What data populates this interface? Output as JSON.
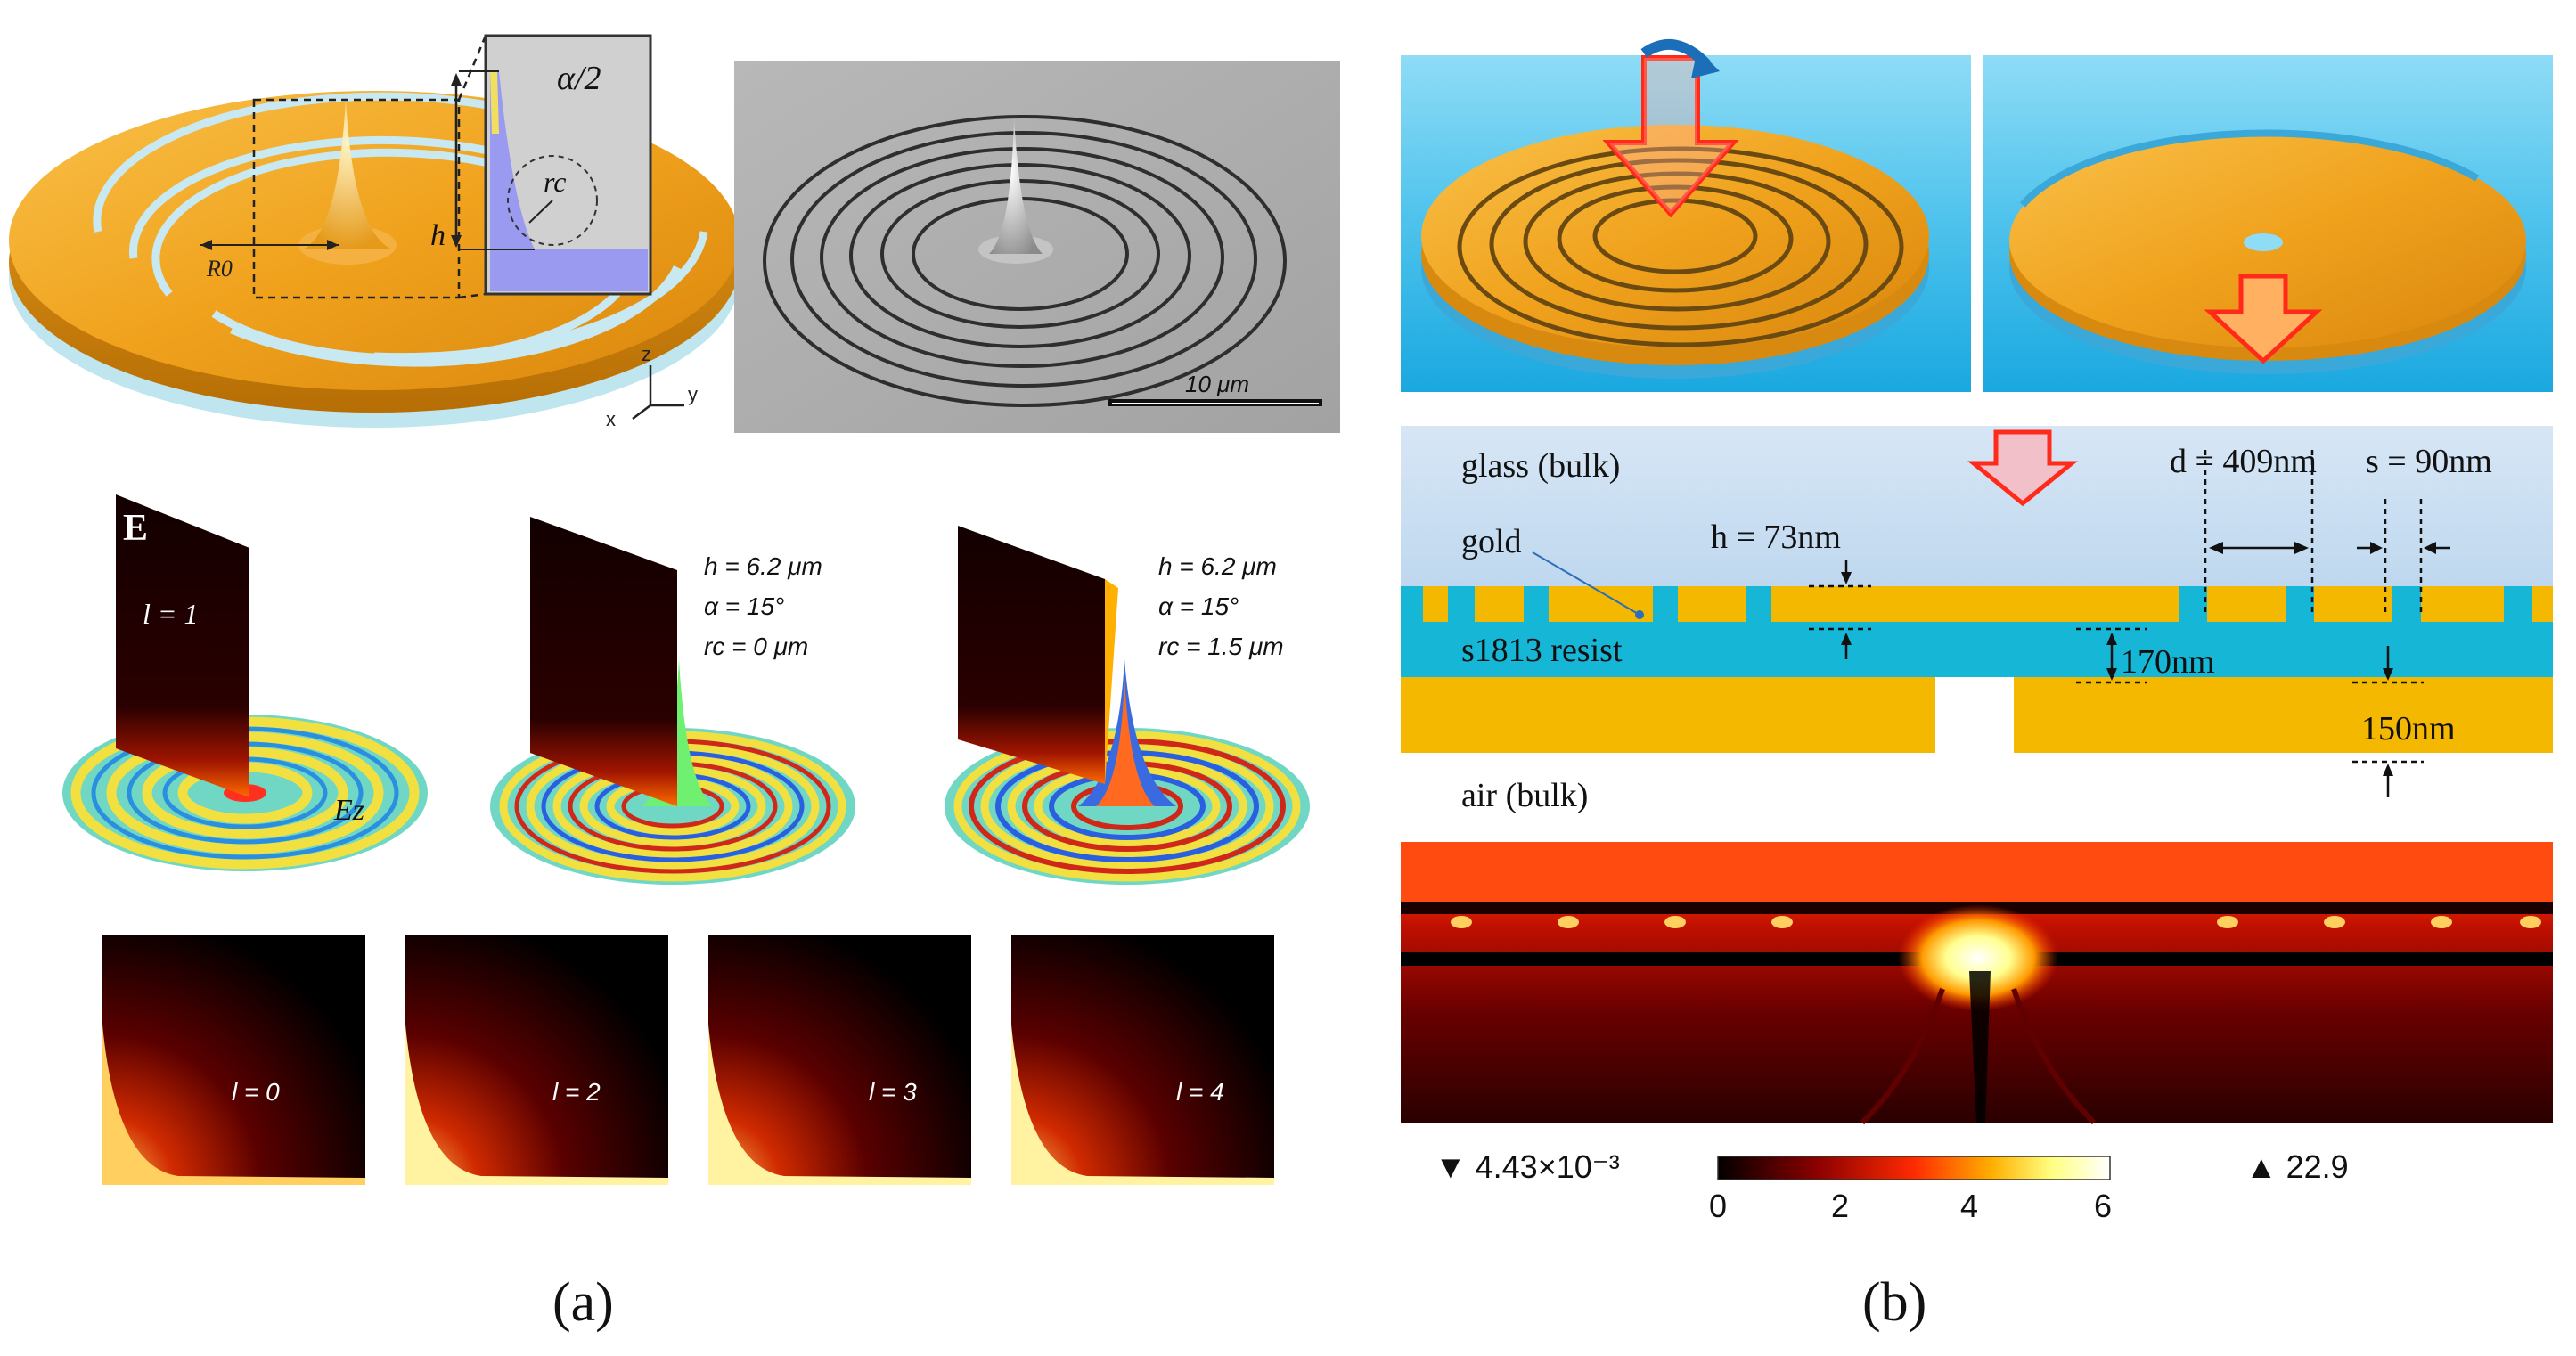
{
  "panel_a": {
    "caption": "(a)",
    "schematic": {
      "labels": {
        "alpha": "α/2",
        "h": "h",
        "rc": "rc",
        "r0": "R0"
      },
      "axes": {
        "z": "z",
        "y": "y",
        "x": "x"
      }
    },
    "sem": {
      "scale_bar": "10 μm"
    },
    "field_plots": {
      "field_label": "E",
      "ez_label": "Ez",
      "plot1": {
        "l": "l = 1"
      },
      "plot2": {
        "h": "h = 6.2 μm",
        "alpha": "α = 15°",
        "rc": "rc = 0 μm"
      },
      "plot3": {
        "h": "h = 6.2 μm",
        "alpha": "α = 15°",
        "rc": "rc = 1.5 μm"
      }
    },
    "maps": [
      "l = 0",
      "l = 2",
      "l = 3",
      "l = 4"
    ]
  },
  "panel_b": {
    "caption": "(b)",
    "cross_section": {
      "glass": "glass  (bulk)",
      "gold": "gold",
      "resist": "s1813 resist",
      "air": "air  (bulk)",
      "h": "h = 73nm",
      "d": "d = 409nm",
      "s": "s = 90nm",
      "t170": "170nm",
      "t150": "150nm"
    },
    "colorbar": {
      "min_label": "▼ 4.43×10⁻³",
      "max_label": "▲ 22.9",
      "ticks": [
        "0",
        "2",
        "4",
        "6"
      ]
    }
  },
  "colors": {
    "gold": "#f5a623",
    "resist": "#15b6d6",
    "glass": "#c9dff2",
    "sky": "#5bc8ee",
    "arrow": "#ff4f2e"
  }
}
